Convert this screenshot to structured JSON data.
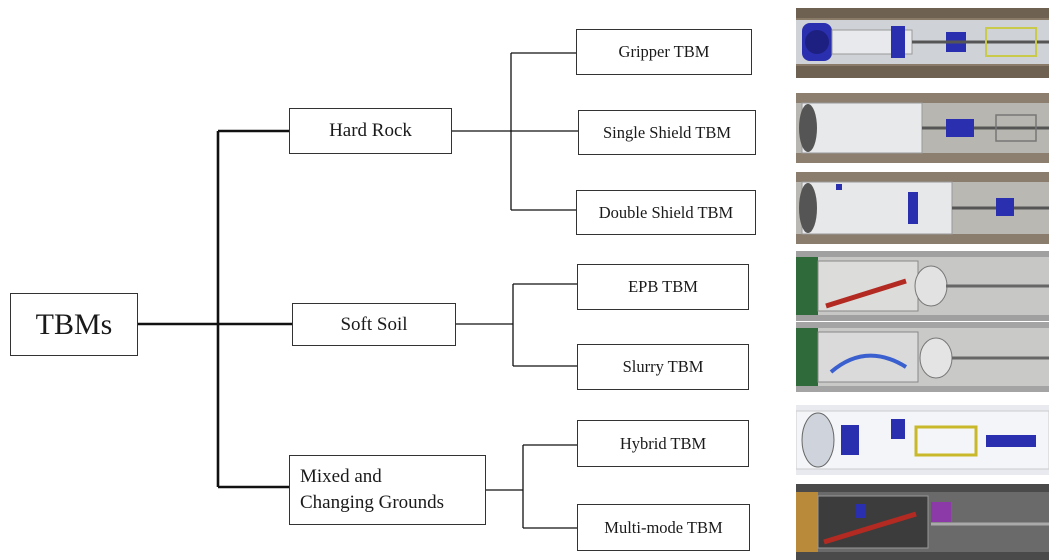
{
  "root": {
    "label": "TBMs"
  },
  "categories": [
    {
      "label": "Hard Rock",
      "types": [
        {
          "label": "Gripper TBM",
          "image": "gripper-tbm-illustration"
        },
        {
          "label": "Single Shield TBM",
          "image": "single-shield-tbm-illustration"
        },
        {
          "label": "Double Shield TBM",
          "image": "double-shield-tbm-illustration"
        }
      ]
    },
    {
      "label": "Soft Soil",
      "types": [
        {
          "label": "EPB TBM",
          "image": "epb-tbm-illustration"
        },
        {
          "label": "Slurry TBM",
          "image": "slurry-tbm-illustration"
        }
      ]
    },
    {
      "label": "Mixed and\nChanging Grounds",
      "types": [
        {
          "label": "Hybrid TBM",
          "image": "hybrid-tbm-illustration"
        },
        {
          "label": "Multi-mode TBM",
          "image": "multi-mode-tbm-illustration"
        }
      ]
    }
  ],
  "colors": {
    "line": "#111111",
    "box_border": "#333333",
    "tbm_blue": "#2a2fb0",
    "tunnel_rock": "#8a7a68",
    "soil_tunnel": "#9a9a9a",
    "cutterhead_green": "#2f6b3a",
    "red_conveyor": "#b22a22"
  }
}
